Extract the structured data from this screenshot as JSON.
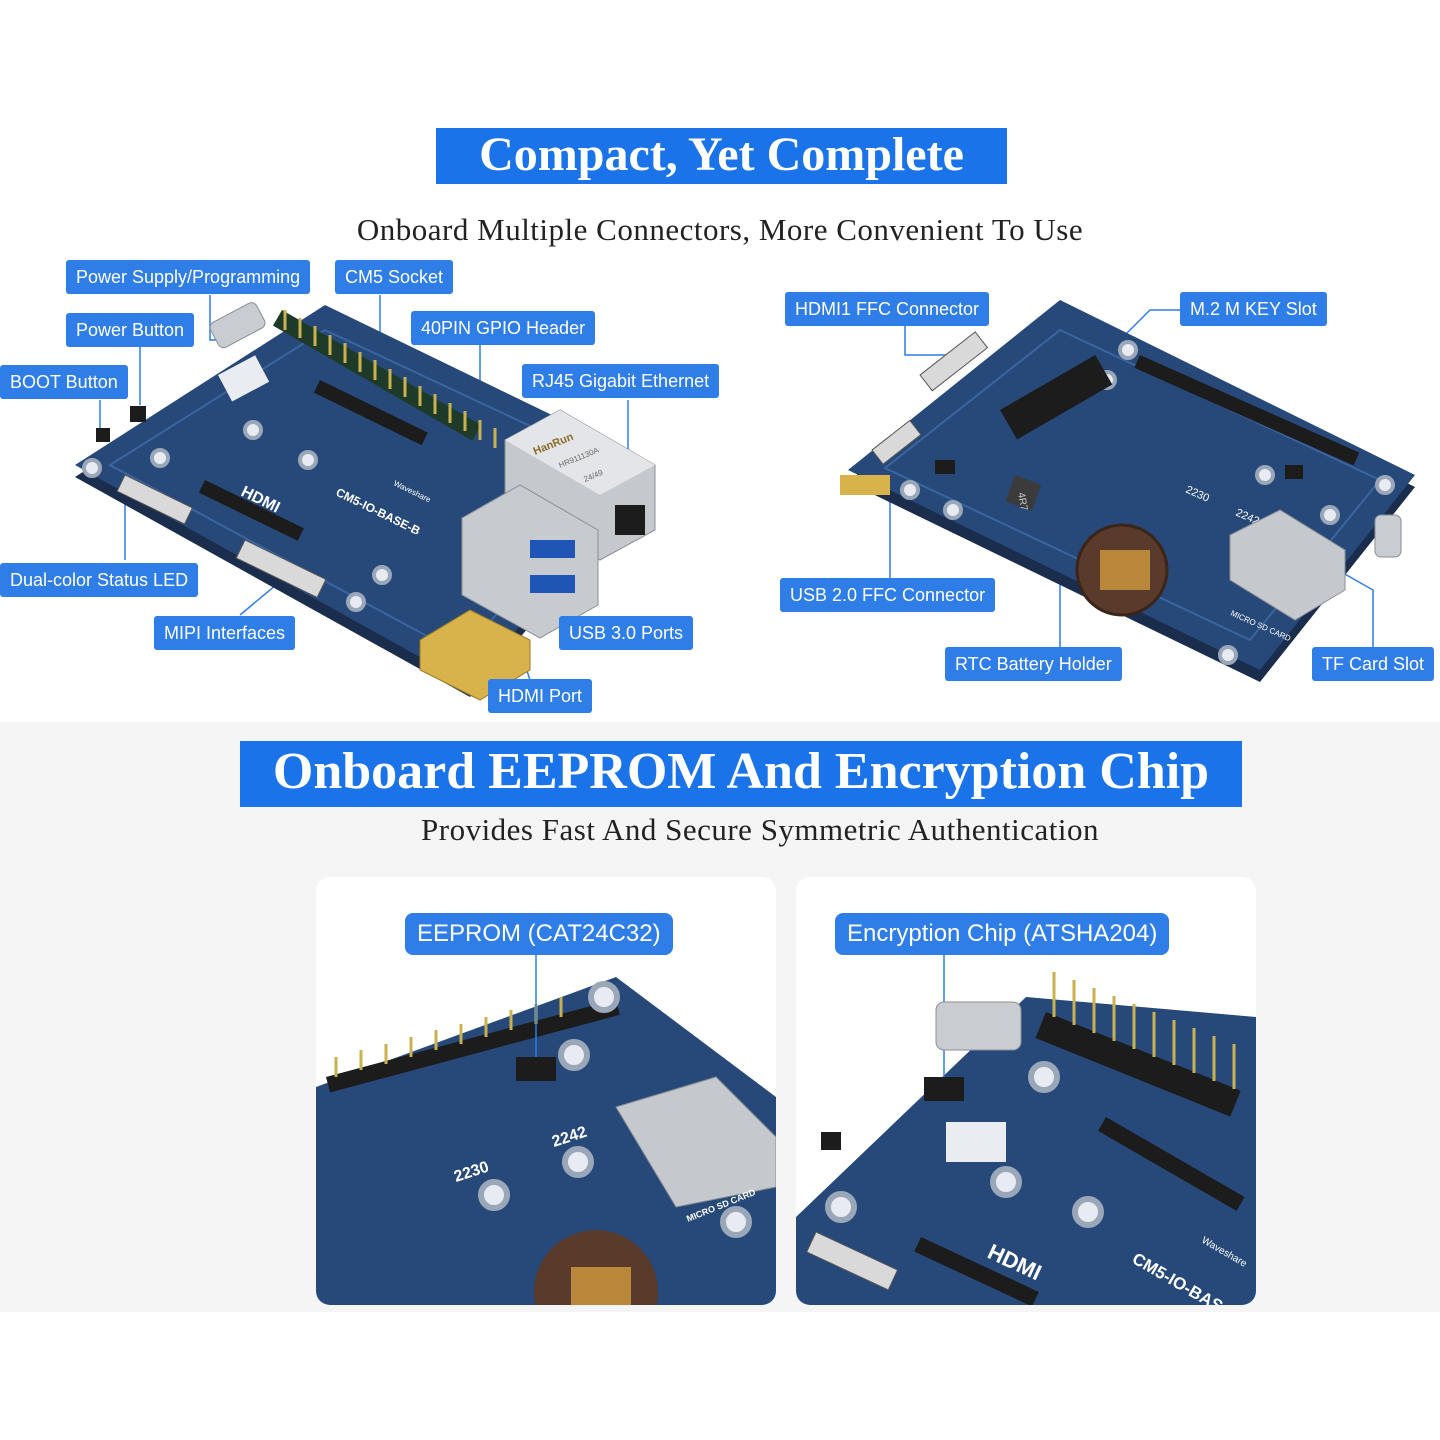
{
  "top": {
    "title": "Compact, Yet Complete",
    "subtitle": "Onboard Multiple Connectors, More Convenient To Use",
    "left_labels": {
      "power_supply": "Power Supply/Programming",
      "cm5_socket": "CM5 Socket",
      "power_button": "Power Button",
      "gpio_header": "40PIN GPIO Header",
      "boot_button": "BOOT Button",
      "rj45": "RJ45 Gigabit Ethernet",
      "status_led": "Dual-color Status LED",
      "mipi": "MIPI Interfaces",
      "usb3": "USB 3.0 Ports",
      "hdmi_port": "HDMI Port"
    },
    "right_labels": {
      "hdmi1_ffc": "HDMI1 FFC Connector",
      "m2_slot": "M.2 M KEY Slot",
      "usb2_ffc": "USB 2.0 FFC Connector",
      "rtc": "RTC Battery Holder",
      "tf_slot": "TF Card Slot"
    },
    "board_text": {
      "model": "CM5-IO-BASE-B",
      "brand": "Waveshare",
      "hdmi": "HDMI",
      "rj45_brand": "HanRun",
      "rj45_part": "HR911130A",
      "rj45_date": "24/49",
      "m2_2230": "2230",
      "m2_2242": "2242",
      "inductor": "4R7",
      "sd": "MICRO SD CARD"
    }
  },
  "bottom": {
    "title": "Onboard EEPROM And Encryption Chip",
    "subtitle": "Provides Fast And Secure Symmetric Authentication",
    "eeprom_label": "EEPROM (CAT24C32)",
    "crypto_label": "Encryption Chip (ATSHA204)",
    "board_text": {
      "m2_2230": "2230",
      "m2_2242": "2242",
      "sd": "MICRO SD CARD",
      "hdmi": "HDMI",
      "model": "CM5-IO-BAS",
      "brand": "Waveshare"
    }
  },
  "colors": {
    "banner": "#1a73e8",
    "label": "#2f7de6",
    "pcb": "#27497a",
    "pcb_light": "#33598f",
    "leader": "#2f7de6"
  }
}
